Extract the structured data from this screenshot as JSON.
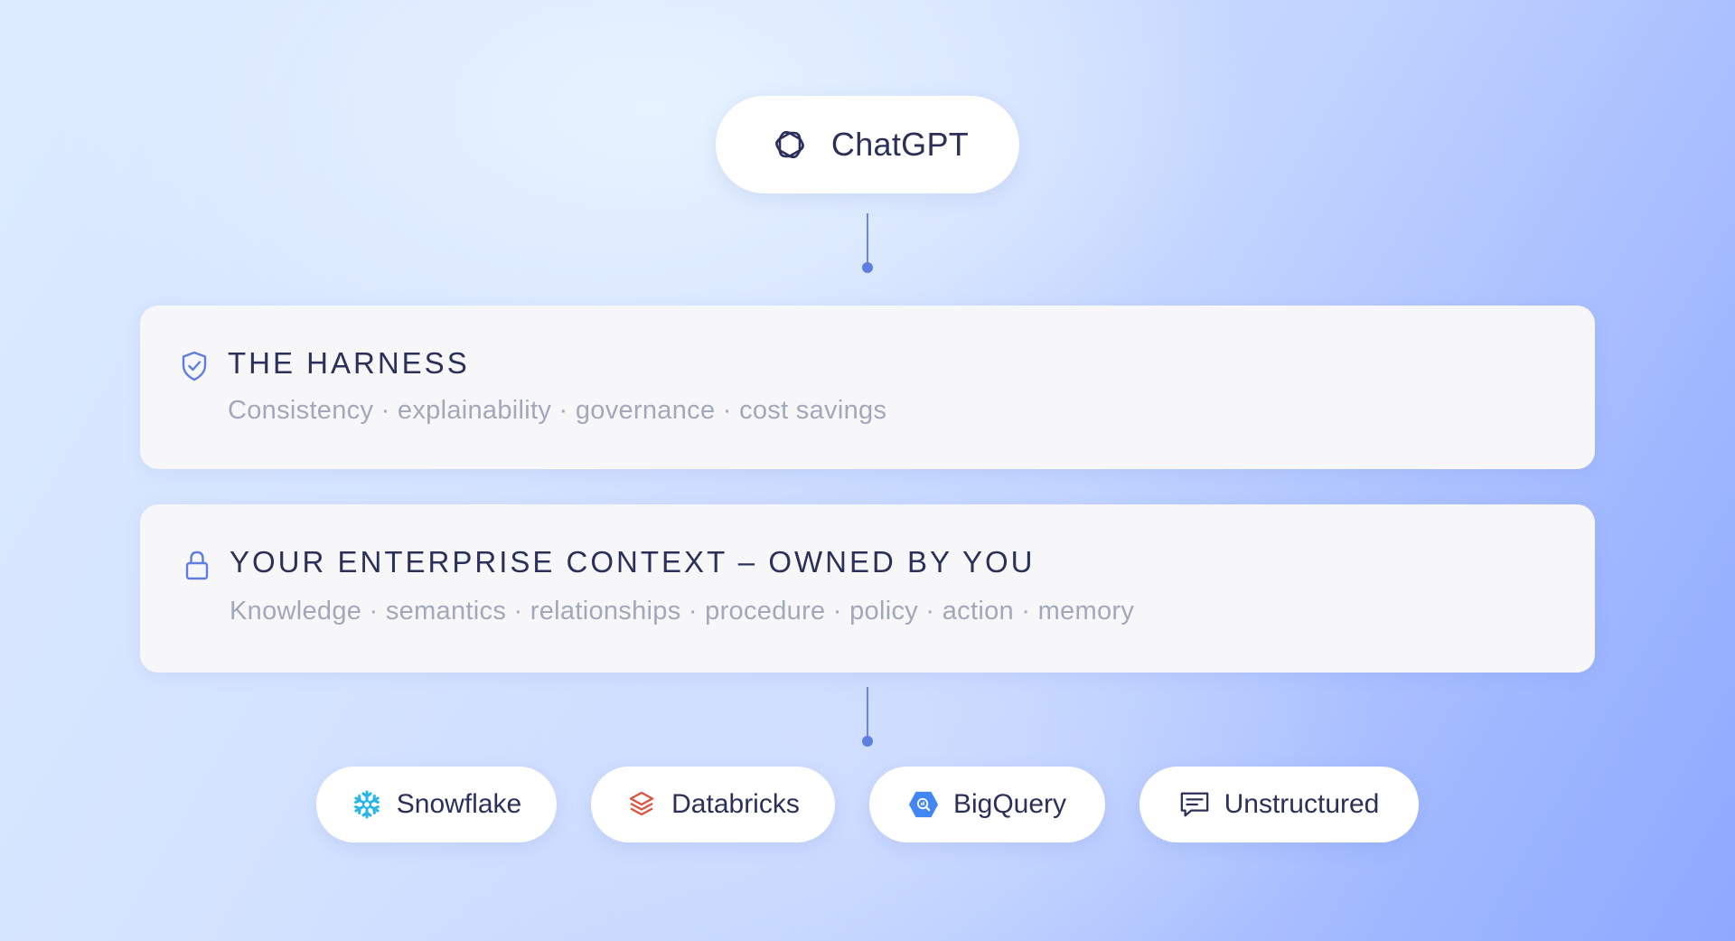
{
  "top_node": {
    "label": "ChatGPT",
    "icon": "openai-logo-icon"
  },
  "layers": [
    {
      "heading": "THE HARNESS",
      "subtitle": "Consistency · explainability · governance · cost savings",
      "icon": "shield-check-icon"
    },
    {
      "heading": "YOUR ENTERPRISE CONTEXT – OWNED BY YOU",
      "subtitle": "Knowledge · semantics · relationships · procedure · policy · action · memory",
      "icon": "lock-icon"
    }
  ],
  "sources": [
    {
      "label": "Snowflake",
      "icon": "snowflake-icon"
    },
    {
      "label": "Databricks",
      "icon": "databricks-icon"
    },
    {
      "label": "BigQuery",
      "icon": "bigquery-icon"
    },
    {
      "label": "Unstructured",
      "icon": "message-icon"
    }
  ],
  "colors": {
    "accent": "#5e7ee0",
    "heading_text": "#2b2f5a",
    "subtitle_text": "#a3a7bc",
    "card_bg": "#f7f7f9",
    "snowflake": "#29b5e8",
    "databricks": "#e2523f",
    "bigquery": "#4285f4"
  }
}
